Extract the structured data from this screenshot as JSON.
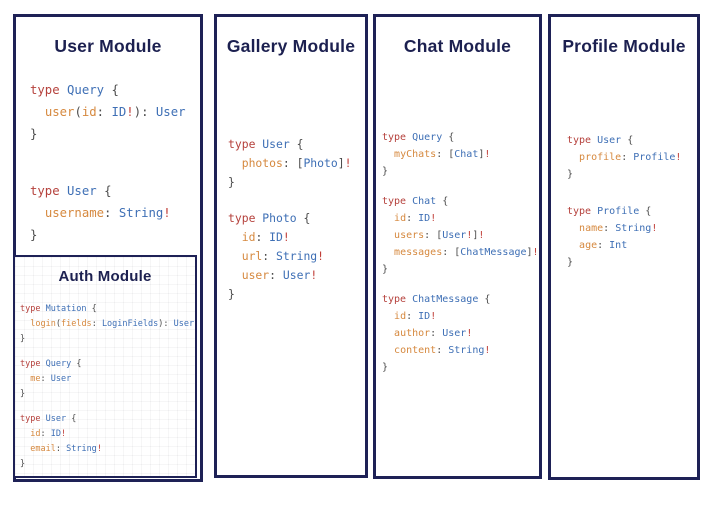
{
  "colors": {
    "background": "#ffffff",
    "border": "#1e2156",
    "title": "#1c2050",
    "keyword": "#b5413c",
    "typename": "#3e6fb5",
    "field": "#d6893f",
    "punct": "#4d4d4d",
    "bang": "#c03e38"
  },
  "panels": [
    {
      "title": "User Module",
      "code": [
        [
          [
            [
              "kw",
              "type "
            ],
            [
              "ty",
              "Query "
            ],
            [
              "pu",
              "{"
            ]
          ],
          [
            [
              "pu",
              "  "
            ],
            [
              "fd",
              "user"
            ],
            [
              "pu",
              "("
            ],
            [
              "fd",
              "id"
            ],
            [
              "pu",
              ": "
            ],
            [
              "ty",
              "ID"
            ],
            [
              "bg",
              "!"
            ],
            [
              "pu",
              "): "
            ],
            [
              "ty",
              "User"
            ]
          ],
          [
            [
              "pu",
              "}"
            ]
          ]
        ],
        [
          [
            [
              "kw",
              "type "
            ],
            [
              "ty",
              "User "
            ],
            [
              "pu",
              "{"
            ]
          ],
          [
            [
              "pu",
              "  "
            ],
            [
              "fd",
              "username"
            ],
            [
              "pu",
              ": "
            ],
            [
              "ty",
              "String"
            ],
            [
              "bg",
              "!"
            ]
          ],
          [
            [
              "pu",
              "}"
            ]
          ]
        ]
      ]
    },
    {
      "title": "Gallery Module",
      "code": [
        [
          [
            [
              "kw",
              "type "
            ],
            [
              "ty",
              "User "
            ],
            [
              "pu",
              "{"
            ]
          ],
          [
            [
              "pu",
              "  "
            ],
            [
              "fd",
              "photos"
            ],
            [
              "pu",
              ": ["
            ],
            [
              "ty",
              "Photo"
            ],
            [
              "pu",
              "]"
            ],
            [
              "bg",
              "!"
            ]
          ],
          [
            [
              "pu",
              "}"
            ]
          ]
        ],
        [
          [
            [
              "kw",
              "type "
            ],
            [
              "ty",
              "Photo "
            ],
            [
              "pu",
              "{"
            ]
          ],
          [
            [
              "pu",
              "  "
            ],
            [
              "fd",
              "id"
            ],
            [
              "pu",
              ": "
            ],
            [
              "ty",
              "ID"
            ],
            [
              "bg",
              "!"
            ]
          ],
          [
            [
              "pu",
              "  "
            ],
            [
              "fd",
              "url"
            ],
            [
              "pu",
              ": "
            ],
            [
              "ty",
              "String"
            ],
            [
              "bg",
              "!"
            ]
          ],
          [
            [
              "pu",
              "  "
            ],
            [
              "fd",
              "user"
            ],
            [
              "pu",
              ": "
            ],
            [
              "ty",
              "User"
            ],
            [
              "bg",
              "!"
            ]
          ],
          [
            [
              "pu",
              "}"
            ]
          ]
        ]
      ]
    },
    {
      "title": "Chat Module",
      "code": [
        [
          [
            [
              "kw",
              "type "
            ],
            [
              "ty",
              "Query "
            ],
            [
              "pu",
              "{"
            ]
          ],
          [
            [
              "pu",
              "  "
            ],
            [
              "fd",
              "myChats"
            ],
            [
              "pu",
              ": ["
            ],
            [
              "ty",
              "Chat"
            ],
            [
              "pu",
              "]"
            ],
            [
              "bg",
              "!"
            ]
          ],
          [
            [
              "pu",
              "}"
            ]
          ]
        ],
        [
          [
            [
              "kw",
              "type "
            ],
            [
              "ty",
              "Chat "
            ],
            [
              "pu",
              "{"
            ]
          ],
          [
            [
              "pu",
              "  "
            ],
            [
              "fd",
              "id"
            ],
            [
              "pu",
              ": "
            ],
            [
              "ty",
              "ID"
            ],
            [
              "bg",
              "!"
            ]
          ],
          [
            [
              "pu",
              "  "
            ],
            [
              "fd",
              "users"
            ],
            [
              "pu",
              ": ["
            ],
            [
              "ty",
              "User"
            ],
            [
              "bg",
              "!"
            ],
            [
              "pu",
              "]"
            ],
            [
              "bg",
              "!"
            ]
          ],
          [
            [
              "pu",
              "  "
            ],
            [
              "fd",
              "messages"
            ],
            [
              "pu",
              ": ["
            ],
            [
              "ty",
              "ChatMessage"
            ],
            [
              "pu",
              "]"
            ],
            [
              "bg",
              "!"
            ]
          ],
          [
            [
              "pu",
              "}"
            ]
          ]
        ],
        [
          [
            [
              "kw",
              "type "
            ],
            [
              "ty",
              "ChatMessage "
            ],
            [
              "pu",
              "{"
            ]
          ],
          [
            [
              "pu",
              "  "
            ],
            [
              "fd",
              "id"
            ],
            [
              "pu",
              ": "
            ],
            [
              "ty",
              "ID"
            ],
            [
              "bg",
              "!"
            ]
          ],
          [
            [
              "pu",
              "  "
            ],
            [
              "fd",
              "author"
            ],
            [
              "pu",
              ": "
            ],
            [
              "ty",
              "User"
            ],
            [
              "bg",
              "!"
            ]
          ],
          [
            [
              "pu",
              "  "
            ],
            [
              "fd",
              "content"
            ],
            [
              "pu",
              ": "
            ],
            [
              "ty",
              "String"
            ],
            [
              "bg",
              "!"
            ]
          ],
          [
            [
              "pu",
              "}"
            ]
          ]
        ]
      ]
    },
    {
      "title": "Profile Module",
      "code": [
        [
          [
            [
              "kw",
              "type "
            ],
            [
              "ty",
              "User "
            ],
            [
              "pu",
              "{"
            ]
          ],
          [
            [
              "pu",
              "  "
            ],
            [
              "fd",
              "profile"
            ],
            [
              "pu",
              ": "
            ],
            [
              "ty",
              "Profile"
            ],
            [
              "bg",
              "!"
            ]
          ],
          [
            [
              "pu",
              "}"
            ]
          ]
        ],
        [
          [
            [
              "kw",
              "type "
            ],
            [
              "ty",
              "Profile "
            ],
            [
              "pu",
              "{"
            ]
          ],
          [
            [
              "pu",
              "  "
            ],
            [
              "fd",
              "name"
            ],
            [
              "pu",
              ": "
            ],
            [
              "ty",
              "String"
            ],
            [
              "bg",
              "!"
            ]
          ],
          [
            [
              "pu",
              "  "
            ],
            [
              "fd",
              "age"
            ],
            [
              "pu",
              ": "
            ],
            [
              "ty",
              "Int"
            ]
          ],
          [
            [
              "pu",
              "}"
            ]
          ]
        ]
      ]
    }
  ],
  "auth": {
    "title": "Auth Module",
    "code": [
      [
        [
          [
            "kw",
            "type "
          ],
          [
            "ty",
            "Mutation "
          ],
          [
            "pu",
            "{"
          ]
        ],
        [
          [
            "pu",
            "  "
          ],
          [
            "fd",
            "login"
          ],
          [
            "pu",
            "("
          ],
          [
            "fd",
            "fields"
          ],
          [
            "pu",
            ": "
          ],
          [
            "ty",
            "LoginFields"
          ],
          [
            "pu",
            "): "
          ],
          [
            "ty",
            "User"
          ]
        ],
        [
          [
            "pu",
            "}"
          ]
        ]
      ],
      [
        [
          [
            "kw",
            "type "
          ],
          [
            "ty",
            "Query "
          ],
          [
            "pu",
            "{"
          ]
        ],
        [
          [
            "pu",
            "  "
          ],
          [
            "fd",
            "me"
          ],
          [
            "pu",
            ": "
          ],
          [
            "ty",
            "User"
          ]
        ],
        [
          [
            "pu",
            "}"
          ]
        ]
      ],
      [
        [
          [
            "kw",
            "type "
          ],
          [
            "ty",
            "User "
          ],
          [
            "pu",
            "{"
          ]
        ],
        [
          [
            "pu",
            "  "
          ],
          [
            "fd",
            "id"
          ],
          [
            "pu",
            ": "
          ],
          [
            "ty",
            "ID"
          ],
          [
            "bg",
            "!"
          ]
        ],
        [
          [
            "pu",
            "  "
          ],
          [
            "fd",
            "email"
          ],
          [
            "pu",
            ": "
          ],
          [
            "ty",
            "String"
          ],
          [
            "bg",
            "!"
          ]
        ],
        [
          [
            "pu",
            "}"
          ]
        ]
      ]
    ]
  }
}
